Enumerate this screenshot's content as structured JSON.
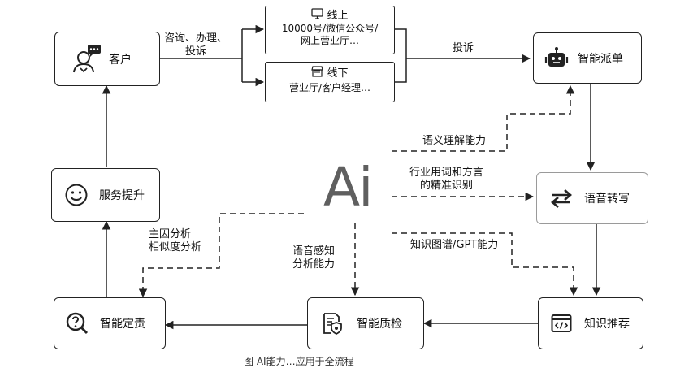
{
  "nodes": {
    "customer": "客户",
    "dispatch": "智能派单",
    "transcribe": "语音转写",
    "service": "服务提升",
    "recommend": "知识推荐",
    "quality": "智能质检",
    "blame": "智能定责"
  },
  "channels": {
    "online": {
      "title": "线上",
      "line1": "10000号/微信公众号/",
      "line2": "网上营业厅…"
    },
    "offline": {
      "title": "线下",
      "line1": "营业厅/客户经理…"
    }
  },
  "edges": {
    "consult_l1": "咨询、办理、",
    "consult_l2": "投诉",
    "complaint": "投诉"
  },
  "capabilities": {
    "semantic": "语义理解能力",
    "dialect_l1": "行业用词和方言",
    "dialect_l2": "的精准识别",
    "knowledge": "知识图谱/GPT能力",
    "voice_l1": "语音感知",
    "voice_l2": "分析能力",
    "cause_l1": "主因分析",
    "cause_l2": "相似度分析"
  },
  "center_logo": "Ai",
  "caption": "图 AI能力…应用于全流程"
}
